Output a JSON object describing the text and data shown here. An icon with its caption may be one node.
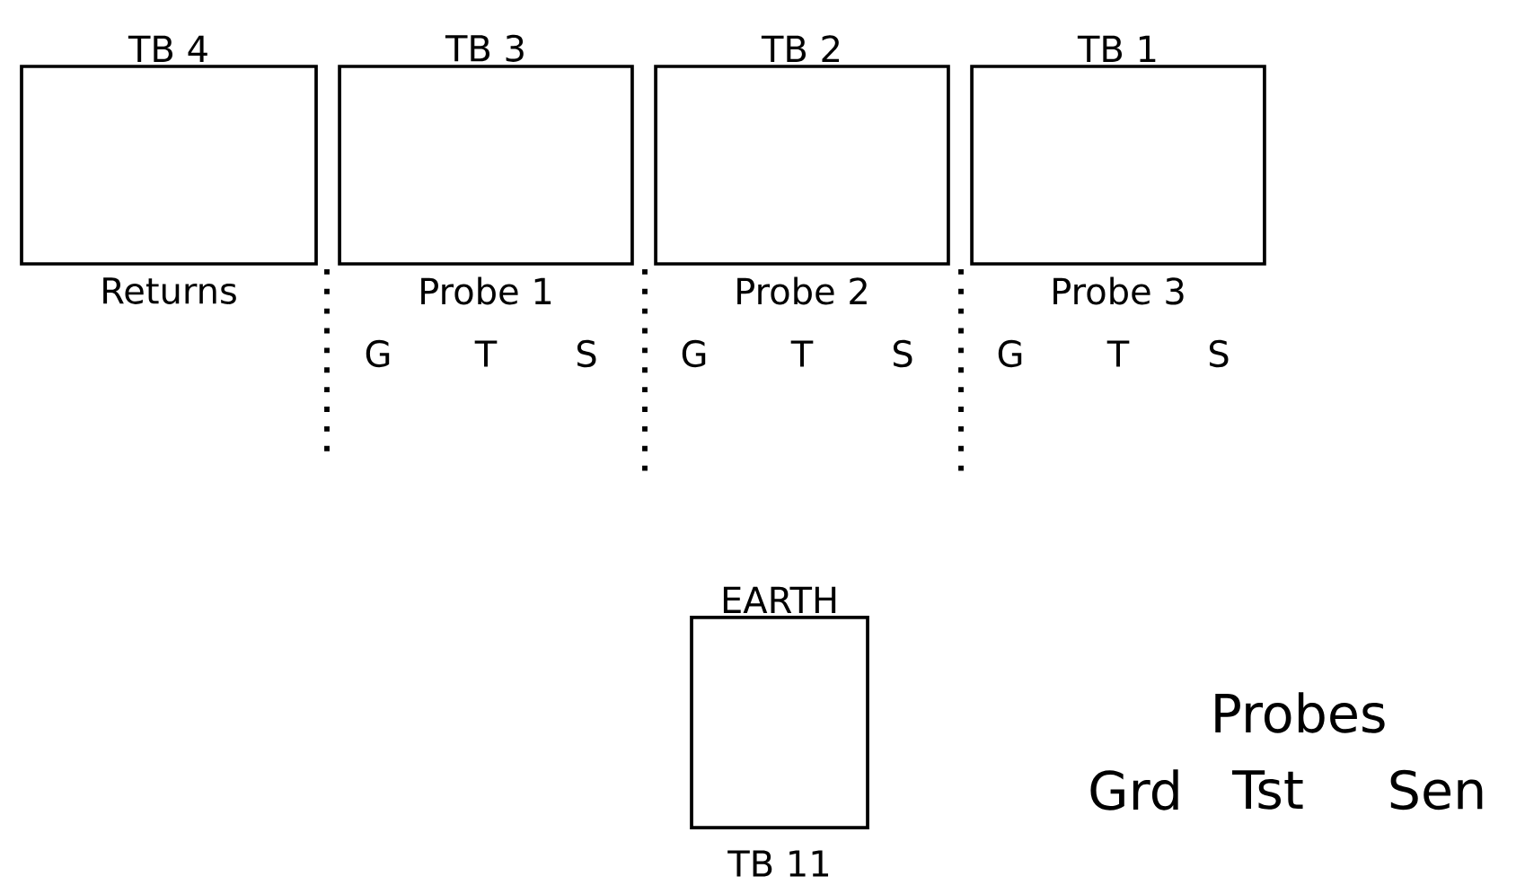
{
  "diagram": {
    "nodes": [
      {
        "text": [
          "TB 4"
        ],
        "beside": [
          "Returns"
        ]
      },
      {
        "text": [
          "TB 3"
        ],
        "beside": [
          "Probe 1",
          "G",
          "T",
          "S"
        ]
      },
      {
        "text": [
          "TB 2"
        ],
        "beside": [
          "Probe 2",
          "G",
          "T",
          "S"
        ]
      },
      {
        "text": [
          "TB 1"
        ],
        "beside": [
          "Probe 3",
          "G",
          "T",
          "S"
        ]
      },
      {
        "text": [
          "EARTH"
        ],
        "beside": [
          "TB 11"
        ]
      }
    ],
    "labels": [
      "Probes",
      "Grd",
      "Tst",
      "Sen"
    ]
  }
}
